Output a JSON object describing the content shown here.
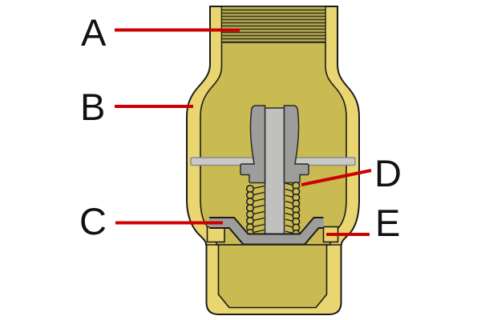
{
  "figure": {
    "type": "cutaway-diagram",
    "description": "Cross-section of a brass spring check valve with five callout labels",
    "labels": [
      {
        "id": "A"
      },
      {
        "id": "B"
      },
      {
        "id": "C"
      },
      {
        "id": "D"
      },
      {
        "id": "E"
      }
    ],
    "colors": {
      "body_wall": "#e9d671",
      "body_interior": "#c9ba52",
      "thread_zone": "#bdb254",
      "metal_gray": "#9d9d9b",
      "stem_gray": "#c0c0be",
      "plate_gray": "#c9c9c7",
      "outline": "#1b1b1b",
      "leader_red": "#cc0000",
      "background": "#ffffff"
    }
  }
}
